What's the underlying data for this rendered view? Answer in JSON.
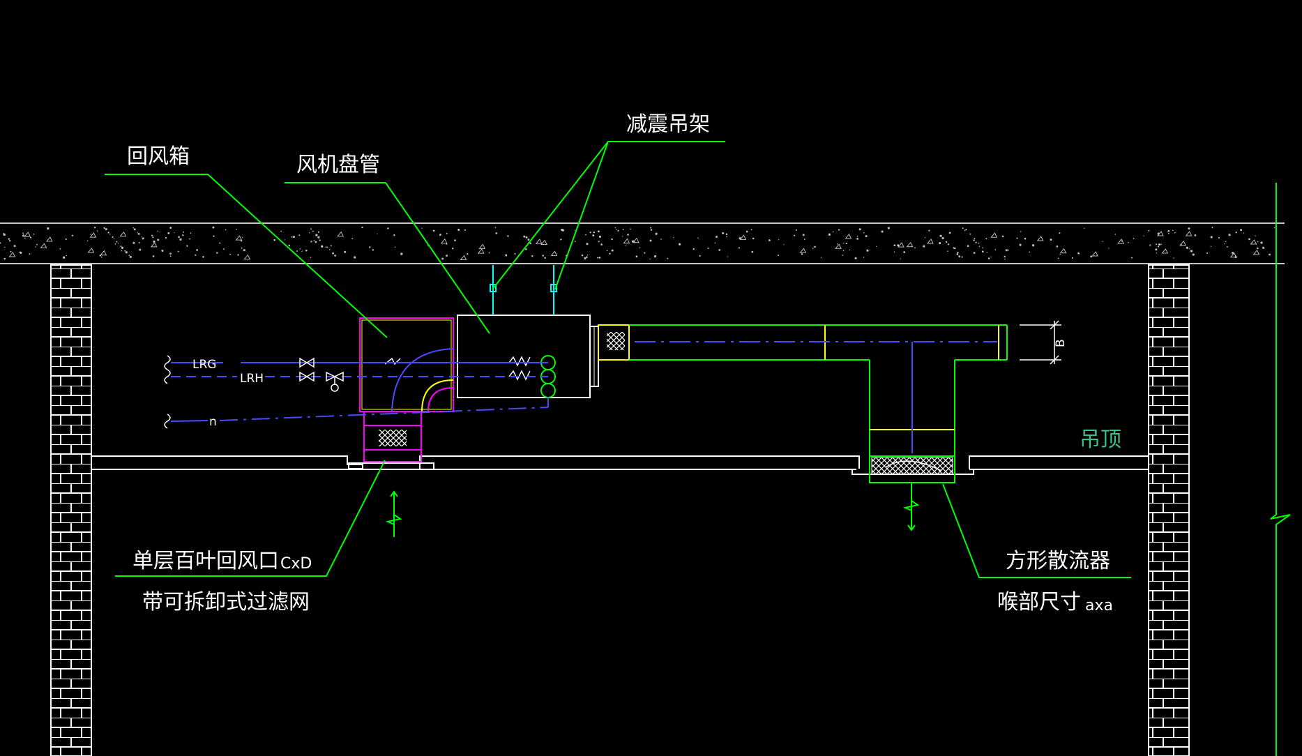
{
  "labels": {
    "return_box": "回风箱",
    "fan_coil": "风机盘管",
    "vibration_hanger": "减震吊架",
    "ceiling": "吊顶",
    "return_grille": "单层百叶回风口",
    "return_grille_size": "CxD",
    "filter": "带可拆卸式过滤网",
    "square_diffuser": "方形散流器",
    "throat_size_label": "喉部尺寸",
    "throat_size": "axa",
    "pipe_lrg": "LRG",
    "pipe_lrh": "LRH",
    "pipe_n": "n",
    "dim_b": "B"
  },
  "colors": {
    "background": "#000000",
    "structure": "#ffffff",
    "leader": "#00ff00",
    "return_box": "#ff00ff",
    "fan_coil": "#ffffff",
    "pipe": "#4a4aff",
    "duct_edge": "#ffff00",
    "ceiling_label": "#3fc08a",
    "hanger": "#00ffff"
  }
}
